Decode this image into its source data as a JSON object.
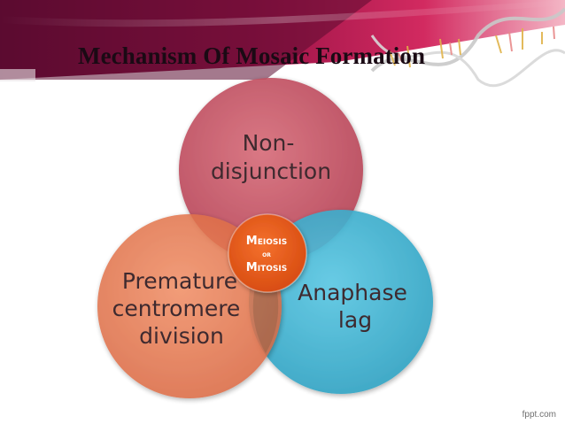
{
  "slide": {
    "title": "Mechanism Of Mosaic Formation",
    "watermark": "fppt.com"
  },
  "diagram": {
    "top_circle": {
      "line1": "Non-",
      "line2": "disjunction",
      "color": "#c9505f"
    },
    "left_circle": {
      "line1": "Premature",
      "line2": "centromere",
      "line3": "division",
      "color": "#e9794f"
    },
    "right_circle": {
      "line1": "Anaphase",
      "line2": "lag",
      "color": "#3ab4d4"
    },
    "center_circle": {
      "line1_initial": "M",
      "line1_rest": "EIOSIS",
      "line2": "OR",
      "line3_initial": "M",
      "line3_rest": "ITOSIS",
      "color": "#e85d1f"
    }
  },
  "colors": {
    "banner_dark": "#6d0f38",
    "banner_mid": "#b8144f",
    "banner_light": "#e23a6d"
  }
}
